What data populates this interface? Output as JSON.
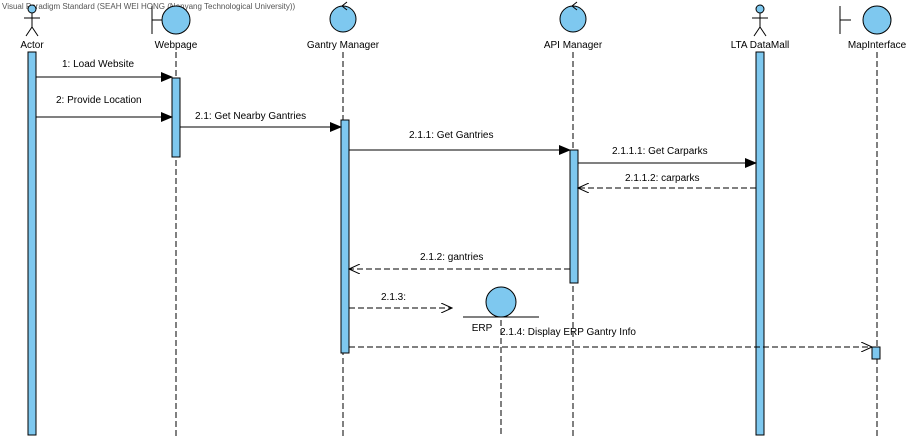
{
  "watermark": "Visual Paradigm Standard (SEAH WEI HONG (Nanyang Technological University))",
  "lifelines": {
    "actor": "Actor",
    "webpage": "Webpage",
    "gantry_manager": "Gantry Manager",
    "api_manager": "API Manager",
    "lta_datamall": "LTA DataMall",
    "map_interface": "MapInterface"
  },
  "created_object": "ERP",
  "messages": {
    "m1": "1: Load Website",
    "m2": "2: Provide Location",
    "m2_1": "2.1: Get Nearby Gantries",
    "m2_1_1": "2.1.1: Get Gantries",
    "m2_1_1_1": "2.1.1.1: Get Carparks",
    "m2_1_1_2": "2.1.1.2: carparks",
    "m2_1_2": "2.1.2: gantries",
    "m2_1_3": "2.1.3:",
    "m2_1_4": "2.1.4: Display ERP Gantry Info"
  },
  "colors": {
    "activation_fill": "#7ec8ef",
    "control_fill": "#7ec8ef",
    "line": "#000000"
  }
}
